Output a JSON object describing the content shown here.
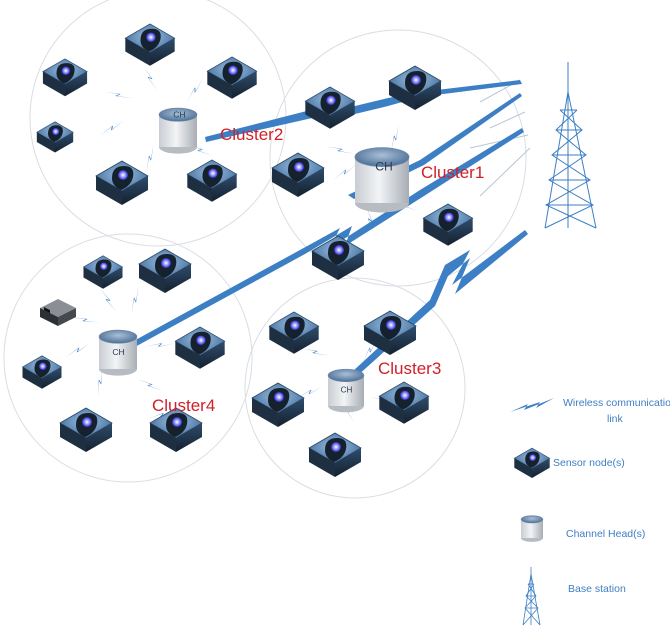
{
  "diagram": {
    "clusters": [
      {
        "id": "cluster1",
        "label": "Cluster1",
        "head_label": "CH"
      },
      {
        "id": "cluster2",
        "label": "Cluster2",
        "head_label": "CH"
      },
      {
        "id": "cluster3",
        "label": "Cluster3",
        "head_label": "CH"
      },
      {
        "id": "cluster4",
        "label": "Cluster4",
        "head_label": "CH"
      }
    ]
  },
  "legend": {
    "wireless_link_line1": "Wireless communication",
    "wireless_link_line2": "link",
    "sensor_node": "Sensor node(s)",
    "channel_head": "Channel Head(s)",
    "base_station": "Base station"
  },
  "colors": {
    "link_blue": "#3d7fc4",
    "node_top": "#5b86b4",
    "node_side": "#23384f",
    "node_light": "#8fb3d9",
    "cluster_label": "#d0202a",
    "ring": "#d9dee4"
  }
}
